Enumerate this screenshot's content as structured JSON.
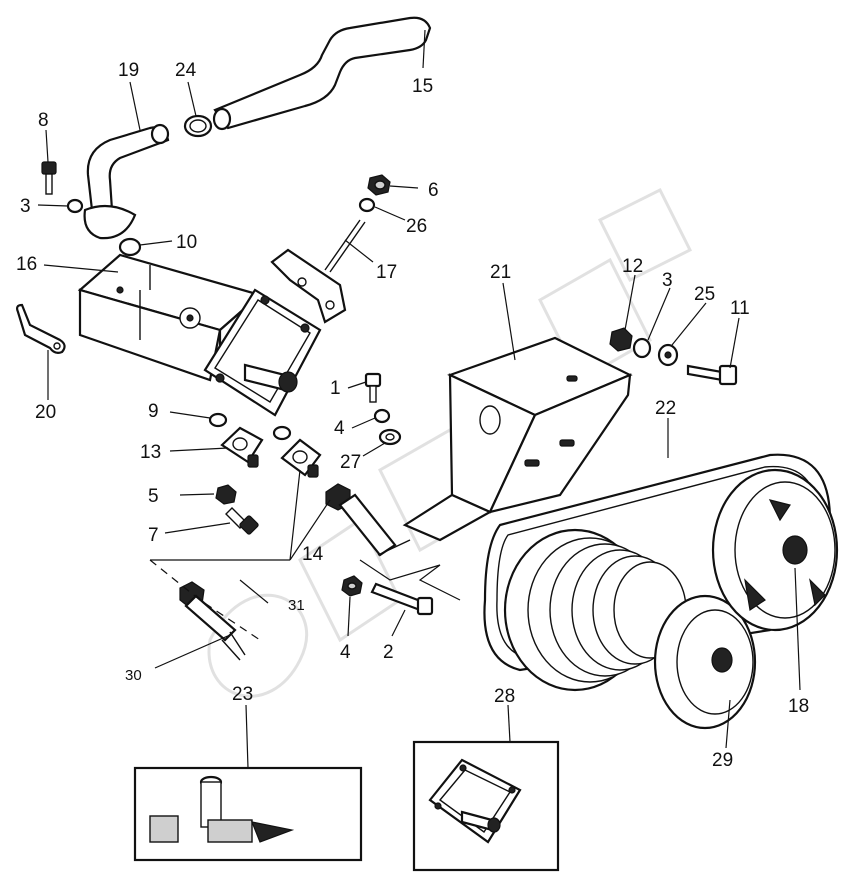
{
  "callouts": [
    {
      "id": "c1",
      "text": "1"
    },
    {
      "id": "c2",
      "text": "2"
    },
    {
      "id": "c3a",
      "text": "3"
    },
    {
      "id": "c3b",
      "text": "3"
    },
    {
      "id": "c4a",
      "text": "4"
    },
    {
      "id": "c4b",
      "text": "4"
    },
    {
      "id": "c5",
      "text": "5"
    },
    {
      "id": "c6",
      "text": "6"
    },
    {
      "id": "c7",
      "text": "7"
    },
    {
      "id": "c8",
      "text": "8"
    },
    {
      "id": "c9",
      "text": "9"
    },
    {
      "id": "c10",
      "text": "10"
    },
    {
      "id": "c11",
      "text": "11"
    },
    {
      "id": "c12",
      "text": "12"
    },
    {
      "id": "c13",
      "text": "13"
    },
    {
      "id": "c14",
      "text": "14"
    },
    {
      "id": "c15",
      "text": "15"
    },
    {
      "id": "c16",
      "text": "16"
    },
    {
      "id": "c17",
      "text": "17"
    },
    {
      "id": "c18",
      "text": "18"
    },
    {
      "id": "c19",
      "text": "19"
    },
    {
      "id": "c20",
      "text": "20"
    },
    {
      "id": "c21",
      "text": "21"
    },
    {
      "id": "c22",
      "text": "22"
    },
    {
      "id": "c23",
      "text": "23"
    },
    {
      "id": "c24",
      "text": "24"
    },
    {
      "id": "c25",
      "text": "25"
    },
    {
      "id": "c26",
      "text": "26"
    },
    {
      "id": "c27",
      "text": "27"
    },
    {
      "id": "c28",
      "text": "28"
    },
    {
      "id": "c29",
      "text": "29"
    },
    {
      "id": "c30",
      "text": "30"
    },
    {
      "id": "c31",
      "text": "31"
    }
  ],
  "watermark": {
    "text": "ЗУБРОН"
  },
  "colors": {
    "ink": "#111111",
    "background": "#ffffff",
    "watermark": "#c9c9c9"
  }
}
